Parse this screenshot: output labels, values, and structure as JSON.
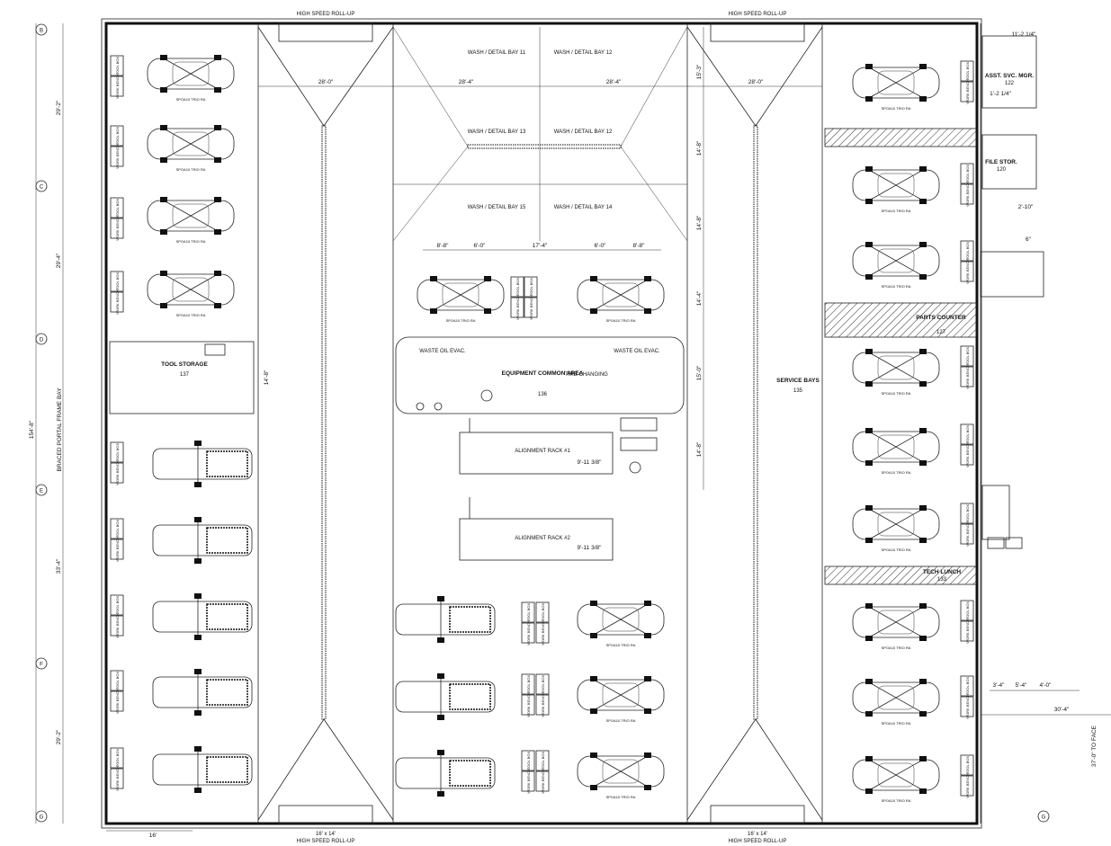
{
  "plan": {
    "doors": {
      "top_left": "HIGH SPEED ROLL-UP",
      "top_right": "HIGH SPEED ROLL-UP",
      "bottom_left_size": "16' x 14'",
      "bottom_left_type": "HIGH SPEED ROLL-UP",
      "bottom_right_size": "16' x 14'",
      "bottom_right_type": "HIGH SPEED ROLL-UP"
    },
    "grid_labels": [
      "B",
      "C",
      "D",
      "E",
      "F",
      "G"
    ],
    "rooms": {
      "tool_storage": "TOOL STORAGE",
      "tool_storage_num": "137",
      "equipment_common": "EQUIPMENT COMMON AREA",
      "equipment_common_num": "136",
      "tire_changing": "TIRE CHANGING",
      "service_bays": "SERVICE BAYS",
      "service_bays_num": "135",
      "asst_svc_mgr": "ASST. SVC. MGR.",
      "asst_svc_mgr_num": "122",
      "file_stor": "FILE STOR.",
      "file_stor_num": "120",
      "parts_counter": "PARTS COUNTER",
      "parts_counter_num": "127",
      "tech_lunch": "TECH LUNCH",
      "tech_lunch_num": "133",
      "alignment_1": "ALIGNMENT RACK #1",
      "alignment_2": "ALIGNMENT RACK #2",
      "waste_oil": "WASTE OIL EVAC.",
      "braced_frame": "BRACED PORTAL FRAME BAY"
    },
    "wash_bays": [
      "WASH / DETAIL BAY 11",
      "WASH / DETAIL BAY 12",
      "WASH / DETAIL BAY 13",
      "WASH / DETAIL BAY 12",
      "WASH / DETAIL BAY 15",
      "WASH / DETAIL BAY 14"
    ],
    "dimensions": {
      "bay_w_1": "28'-0\"",
      "bay_w_2": "28'-4\"",
      "bay_w_3": "28'-4\"",
      "bay_w_4": "28'-0\"",
      "overall_left": "154'-8\"",
      "left_1": "29'-2\"",
      "left_2": "29'-4\"",
      "left_3": "33'-4\"",
      "left_4": "29'-2\"",
      "center_1": "15'-3\"",
      "center_2": "14'-8\"",
      "center_3": "14'-8\"",
      "center_4": "14'-4\"",
      "center_5": "15'-0\"",
      "center_6": "14'-8\"",
      "tool_storage_h": "14'-8\"",
      "mid_a": "8'-8\"",
      "mid_b": "6'-0\"",
      "mid_c": "17'-4\"",
      "mid_d": "6'-0\"",
      "mid_e": "8'-8\"",
      "align_1": "9'-11 3/8\"",
      "align_2": "9'-11 3/8\"",
      "right_a": "30'-4\"",
      "right_b": "37'-0\" TO FACE",
      "right_c": "2'-10\"",
      "right_d": "6\"",
      "right_e": "11'-2 1/4\"",
      "right_f": "1'-2 1/4\"",
      "right_g": "3'-4\"",
      "right_h": "5'-4\"",
      "right_i": "4'-0\"",
      "bottom_16": "16'"
    },
    "station_labels": [
      "TOOL BOX",
      "WORK BENCH"
    ],
    "lift_label": "SPOA10 TRIO RA"
  }
}
